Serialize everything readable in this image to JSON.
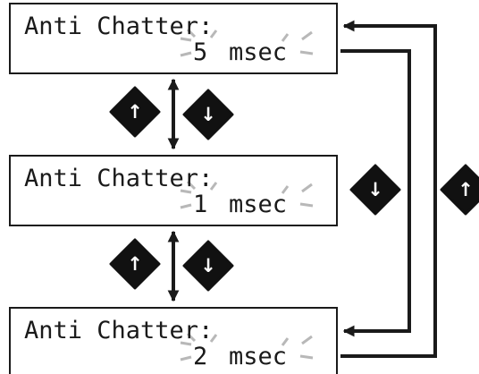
{
  "screens": [
    {
      "label": "Anti Chatter:",
      "value": "5",
      "unit": "msec"
    },
    {
      "label": "Anti Chatter:",
      "value": "1",
      "unit": "msec"
    },
    {
      "label": "Anti Chatter:",
      "value": "2",
      "unit": "msec"
    }
  ],
  "icons": {
    "up": "up-arrow-key-icon",
    "down": "down-arrow-key-icon",
    "up_glyph": "↑",
    "down_glyph": "↓"
  },
  "colors": {
    "stroke": "#1a1a1a",
    "blink_rays": "#b8b8b8",
    "key_fill": "#111111",
    "key_glyph": "#ffffff"
  }
}
